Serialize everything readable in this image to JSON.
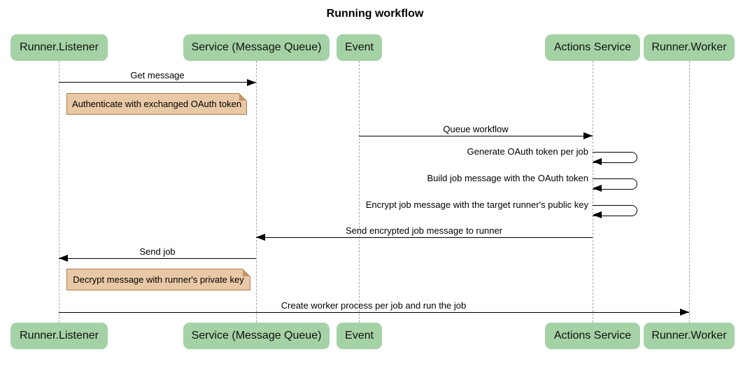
{
  "title": "Running workflow",
  "diagram_type": "sequence",
  "colors": {
    "background": "#ffffff",
    "actor_fill": "#a5d2a5",
    "actor_text": "#111111",
    "note_fill": "#e9c8a6",
    "note_border": "#aa7c4f",
    "message_line": "#000000",
    "lifeline": "#a6a6a6"
  },
  "actors": [
    {
      "label": "Runner.Listener"
    },
    {
      "label": "Service (Message Queue)"
    },
    {
      "label": "Event"
    },
    {
      "label": "Actions Service"
    },
    {
      "label": "Runner.Worker"
    }
  ],
  "messages": [
    {
      "label": "Get message",
      "from": "Runner.Listener",
      "to": "Service (Message Queue)"
    },
    {
      "label": "Queue workflow",
      "from": "Event",
      "to": "Actions Service"
    },
    {
      "label": "Generate OAuth token per job",
      "from": "Actions Service",
      "to": "Actions Service"
    },
    {
      "label": "Build job message with the OAuth token",
      "from": "Actions Service",
      "to": "Actions Service"
    },
    {
      "label": "Encrypt job message with the target runner's public key",
      "from": "Actions Service",
      "to": "Actions Service"
    },
    {
      "label": "Send encrypted job message to runner",
      "from": "Actions Service",
      "to": "Service (Message Queue)"
    },
    {
      "label": "Send job",
      "from": "Service (Message Queue)",
      "to": "Runner.Listener"
    },
    {
      "label": "Create worker process per job and run the job",
      "from": "Runner.Listener",
      "to": "Runner.Worker"
    }
  ],
  "notes": [
    {
      "label": "Authenticate with exchanged OAuth token",
      "anchor": "Runner.Listener"
    },
    {
      "label": "Decrypt message with runner's private key",
      "anchor": "Runner.Listener"
    }
  ]
}
